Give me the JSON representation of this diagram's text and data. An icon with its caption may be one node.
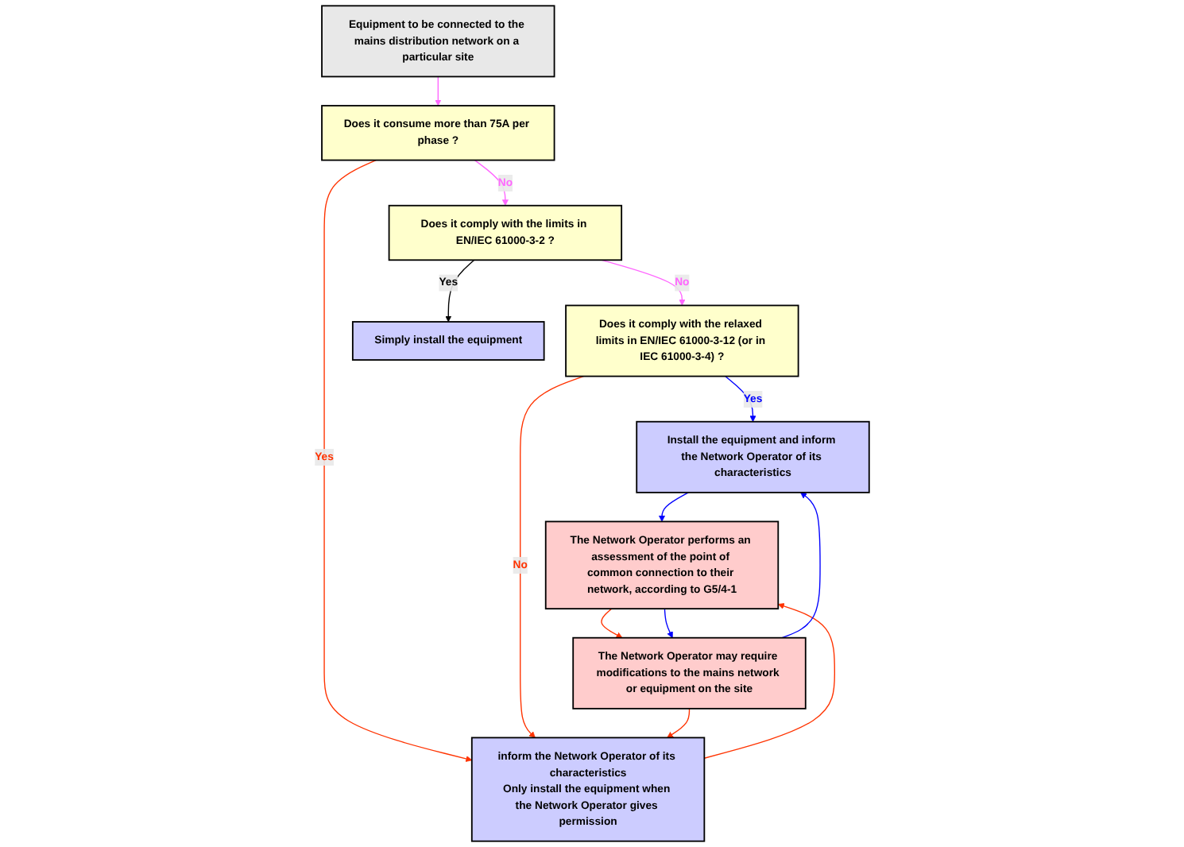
{
  "diagram": {
    "nodes": [
      {
        "text": [
          "Equipment to be connected to the mains distribution network on a particular site"
        ]
      },
      {
        "text": [
          "Does it consume more than 75A per phase ?"
        ]
      },
      {
        "text": [
          "Does it comply with the limits in EN/IEC 61000-3-2 ?"
        ]
      },
      {
        "text": [
          "Does it comply with the relaxed limits in EN/IEC 61000-3-12 (or in IEC 61000-3-4) ?"
        ]
      },
      {
        "text": [
          "Simply install the equipment"
        ]
      },
      {
        "text": [
          "Install the equipment and inform the Network Operator of its characteristics"
        ]
      },
      {
        "text": [
          "inform the Network Operator of its characteristics",
          "Only install the equipment when the Network Operator gives permission"
        ]
      },
      {
        "text": [
          "The Network Operator performs an assessment of the point of common connection to their network, according to G5/4-1"
        ]
      },
      {
        "text": [
          "The Network Operator may require modifications to the mains network or equipment on the site"
        ]
      }
    ],
    "edges": [
      {
        "from": 0,
        "to": 1,
        "arrow": "to",
        "color": "#ff66ff"
      },
      {
        "from": 1,
        "to": 2,
        "arrow": "to",
        "label": "No",
        "color": "#ff66ff"
      },
      {
        "from": 1,
        "to": 6,
        "arrow": "to",
        "label": "Yes"
      },
      {
        "from": 2,
        "to": 4,
        "arrow": "to",
        "label": "Yes",
        "color": "#000000"
      },
      {
        "from": 2,
        "to": 3,
        "arrow": "to",
        "label": "No",
        "color": "#ff66ff"
      },
      {
        "from": 3,
        "to": 5,
        "arrow": "to",
        "label": "Yes",
        "color": "#0000ff"
      },
      {
        "from": 3,
        "to": 6,
        "arrow": "to",
        "label": "No"
      },
      {
        "from": 5,
        "to": 7,
        "arrow": "to",
        "color": "#0000ff"
      },
      {
        "from": 6,
        "to": 7,
        "arrow": "to"
      },
      {
        "from": 7,
        "to": 8,
        "arrow": "to"
      },
      {
        "from": 7,
        "to": 8,
        "arrow": "to",
        "color": "#0000ff"
      },
      {
        "from": 8,
        "to": 5,
        "arrow": "to",
        "color": "#0000ff"
      },
      {
        "from": 8,
        "to": 6,
        "arrow": "to"
      }
    ]
  }
}
